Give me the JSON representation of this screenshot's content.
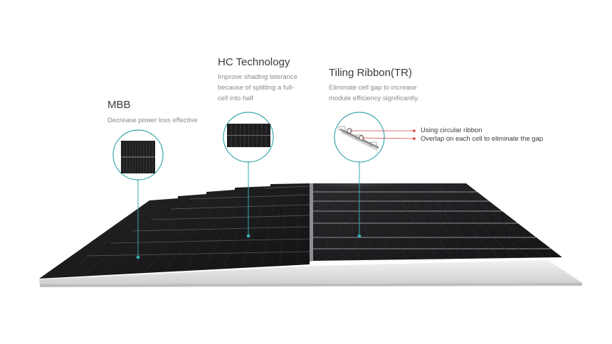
{
  "features": [
    {
      "id": "mbb",
      "title": "MBB",
      "description": "Decrease power loss effective"
    },
    {
      "id": "hc",
      "title": "HC Technology",
      "description_lines": [
        "Improve shading tolerance",
        "because of splitting a full-",
        "cell into half"
      ]
    },
    {
      "id": "tr",
      "title": "Tiling Ribbon(TR)",
      "description_lines": [
        "Eliminate cell gap to increase",
        "module efficiency significantly."
      ],
      "legend": [
        "Using circular ribbon",
        "Overlap on each cell to eliminate the gap"
      ]
    }
  ],
  "colors": {
    "accent": "#3aa7ad",
    "legend_dot": "#d63b3b",
    "panel_dark": "#1a1a1c",
    "frame": "#e3e3e3"
  }
}
